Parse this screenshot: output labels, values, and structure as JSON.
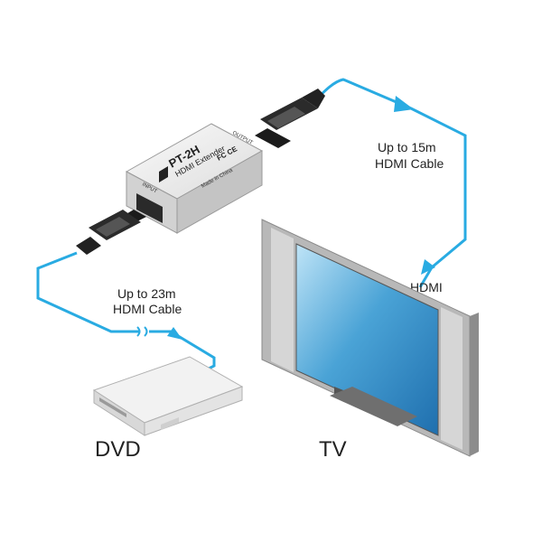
{
  "colors": {
    "cable": "#29abe2",
    "arrow": "#29abe2"
  },
  "extender": {
    "model": "PT-2H",
    "name": "HDMI Extender",
    "port_input": "INPUT",
    "port_output": "OUTPUT",
    "made_in": "Made in China",
    "marks": "FC CE"
  },
  "cable_in": {
    "line1": "Up to 23m",
    "line2": "HDMI Cable"
  },
  "cable_out": {
    "line1": "Up to 15m",
    "line2": "HDMI Cable"
  },
  "tv_input": "HDMI",
  "devices": {
    "dvd": "DVD",
    "tv": "TV"
  }
}
